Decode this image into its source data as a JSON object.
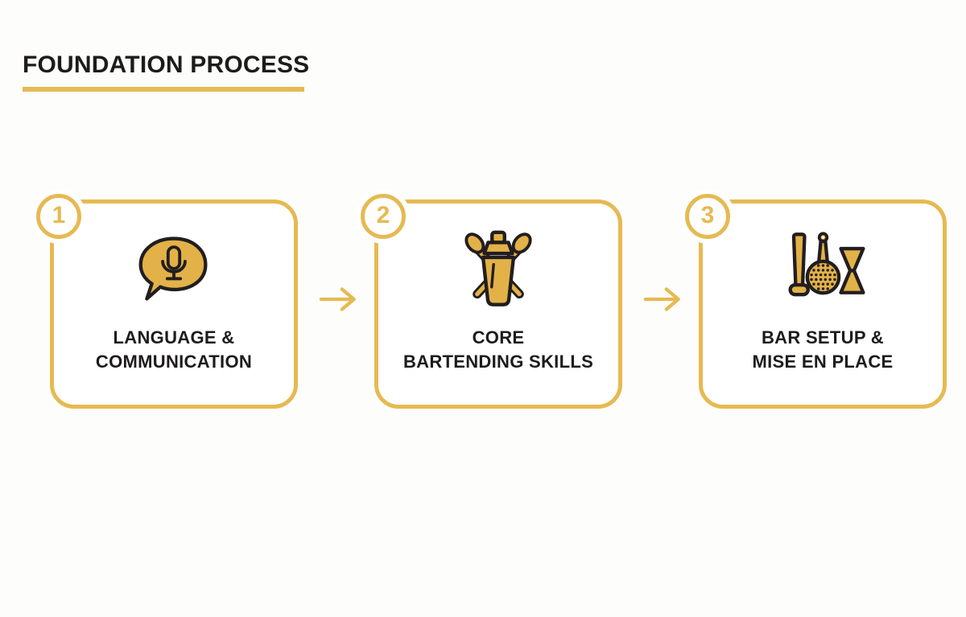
{
  "title": "FOUNDATION PROCESS",
  "colors": {
    "gold": "#E6BA52",
    "icon_gold": "#E2B148",
    "ink": "#221E1F",
    "text": "#1E1B1C",
    "bg": "#FDFDFC"
  },
  "steps": [
    {
      "number": "1",
      "label_line1": "LANGUAGE &",
      "label_line2": "COMMUNICATION",
      "icon": "speech-bubble-microphone-icon"
    },
    {
      "number": "2",
      "label_line1": "CORE",
      "label_line2": "BARTENDING SKILLS",
      "icon": "cocktail-shaker-bar-spoons-icon"
    },
    {
      "number": "3",
      "label_line1": "BAR SETUP &",
      "label_line2": "MISE EN PLACE",
      "icon": "bar-tools-icon"
    }
  ]
}
